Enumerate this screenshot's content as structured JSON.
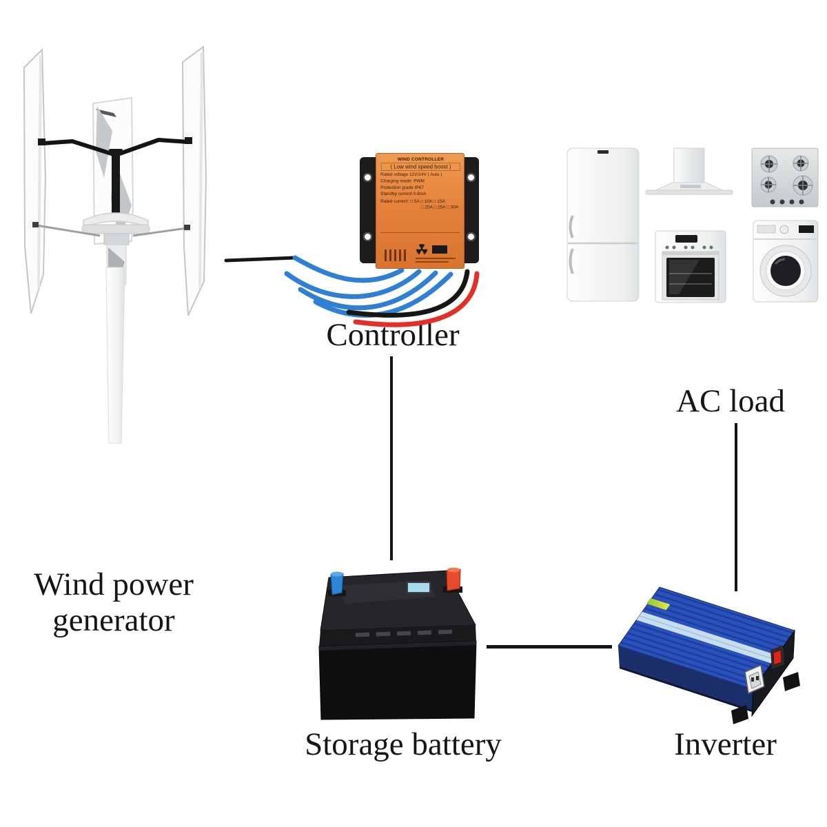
{
  "labels": {
    "wind_generator_line1": "Wind power",
    "wind_generator_line2": "generator",
    "controller": "Controller",
    "ac_load": "AC load",
    "storage_battery": "Storage battery",
    "inverter": "Inverter"
  },
  "controller_panel": {
    "title": "WIND CONTROLLER",
    "subtitle": "( Low wind speed boost )",
    "specs": [
      "Rated voltage 12V/24V ( Auto )",
      "Charging mode: PWM",
      "Protection grade IP67",
      "Standby current 0.8mA"
    ],
    "current_row1": "Rated current: □ 5A □ 10A □ 15A",
    "current_row2": "□ 20A □ 25A □ 30A"
  },
  "connections": [
    {
      "from": "wind-power-generator",
      "to": "controller"
    },
    {
      "from": "controller",
      "to": "storage-battery"
    },
    {
      "from": "storage-battery",
      "to": "inverter"
    },
    {
      "from": "inverter",
      "to": "ac-load"
    }
  ],
  "icons": [
    "wind-turbine",
    "charge-controller",
    "refrigerator",
    "range-hood",
    "gas-cooktop",
    "oven",
    "washing-machine",
    "storage-battery",
    "power-inverter"
  ],
  "colors": {
    "background": "#ffffff",
    "text": "#151515",
    "line": "#141414",
    "controller_orange": "#e5823c",
    "wire_blue": "#2f7fd2",
    "wire_red": "#e03028",
    "wire_black": "#161616",
    "battery_terminal_blue": "#2f86d8",
    "battery_terminal_red": "#e84b2c",
    "inverter_blue": "#2a52bd"
  }
}
